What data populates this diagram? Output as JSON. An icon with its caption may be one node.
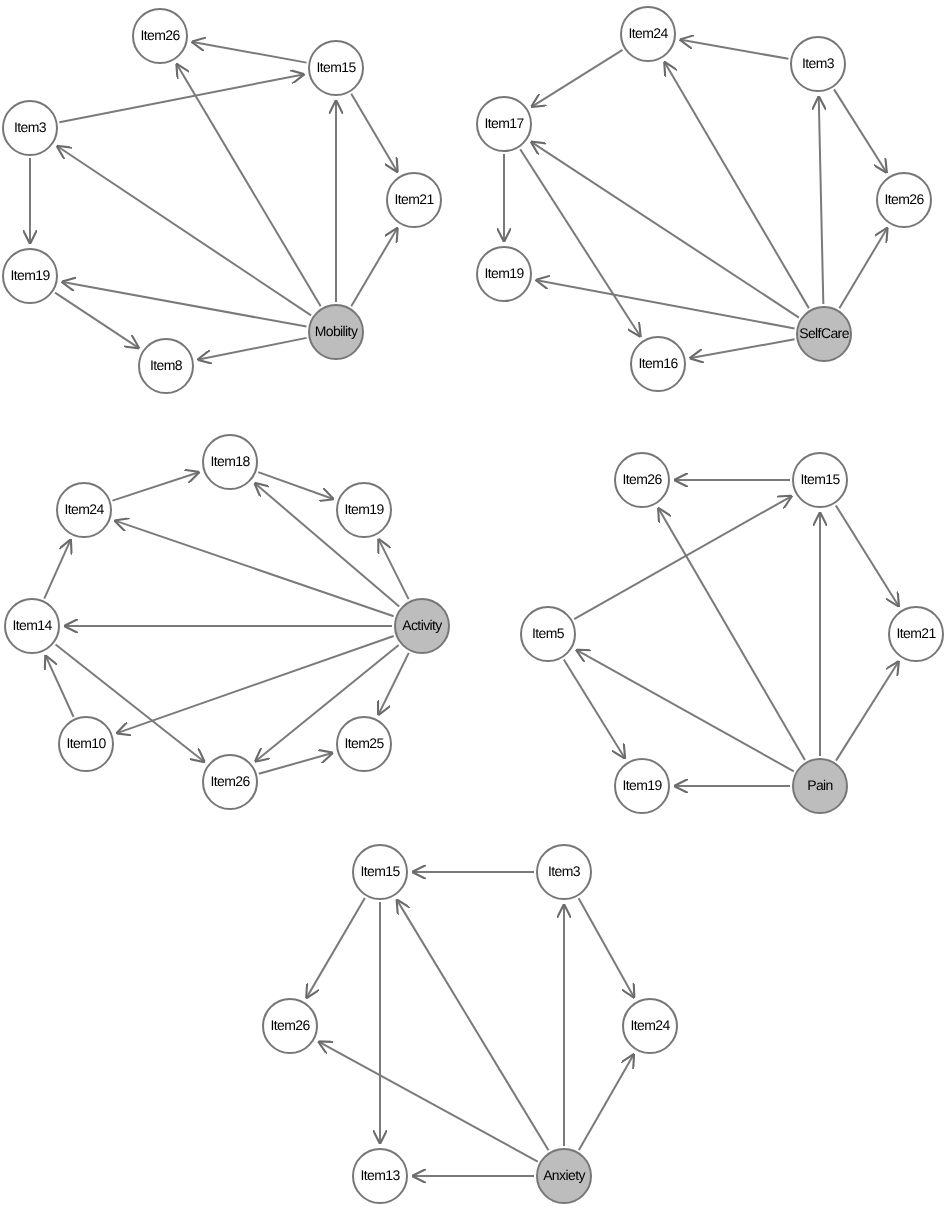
{
  "diagram": {
    "nodes": [
      {
        "text": [
          "Item26"
        ]
      },
      {
        "text": [
          "Item15"
        ]
      },
      {
        "text": [
          "Item3"
        ]
      },
      {
        "text": [
          "Item21"
        ]
      },
      {
        "text": [
          "Item19"
        ]
      },
      {
        "text": [
          "Mobility"
        ]
      },
      {
        "text": [
          "Item8"
        ]
      },
      {
        "text": [
          "Item24"
        ]
      },
      {
        "text": [
          "Item3"
        ]
      },
      {
        "text": [
          "Item17"
        ]
      },
      {
        "text": [
          "Item26"
        ]
      },
      {
        "text": [
          "Item19"
        ]
      },
      {
        "text": [
          "SelfCare"
        ]
      },
      {
        "text": [
          "Item16"
        ]
      },
      {
        "text": [
          "Item18"
        ]
      },
      {
        "text": [
          "Item24"
        ]
      },
      {
        "text": [
          "Item19"
        ]
      },
      {
        "text": [
          "Item14"
        ]
      },
      {
        "text": [
          "Activity"
        ]
      },
      {
        "text": [
          "Item10"
        ]
      },
      {
        "text": [
          "Item25"
        ]
      },
      {
        "text": [
          "Item26"
        ]
      },
      {
        "text": [
          "Item26"
        ]
      },
      {
        "text": [
          "Item15"
        ]
      },
      {
        "text": [
          "Item5"
        ]
      },
      {
        "text": [
          "Item21"
        ]
      },
      {
        "text": [
          "Item19"
        ]
      },
      {
        "text": [
          "Pain"
        ]
      },
      {
        "text": [
          "Item15"
        ]
      },
      {
        "text": [
          "Item3"
        ]
      },
      {
        "text": [
          "Item26"
        ]
      },
      {
        "text": [
          "Item24"
        ]
      },
      {
        "text": [
          "Item13"
        ]
      },
      {
        "text": [
          "Anxiety"
        ]
      }
    ],
    "edges": [
      {
        "from": 1,
        "to": 0,
        "arrow": "to"
      },
      {
        "from": 2,
        "to": 1,
        "arrow": "to"
      },
      {
        "from": 5,
        "to": 0,
        "arrow": "to"
      },
      {
        "from": 5,
        "to": 1,
        "arrow": "to"
      },
      {
        "from": 1,
        "to": 3,
        "arrow": "to"
      },
      {
        "from": 5,
        "to": 3,
        "arrow": "to"
      },
      {
        "from": 5,
        "to": 2,
        "arrow": "to"
      },
      {
        "from": 2,
        "to": 4,
        "arrow": "to"
      },
      {
        "from": 5,
        "to": 4,
        "arrow": "to"
      },
      {
        "from": 4,
        "to": 6,
        "arrow": "to"
      },
      {
        "from": 5,
        "to": 6,
        "arrow": "to"
      },
      {
        "from": 8,
        "to": 7,
        "arrow": "to"
      },
      {
        "from": 7,
        "to": 9,
        "arrow": "to"
      },
      {
        "from": 12,
        "to": 7,
        "arrow": "to"
      },
      {
        "from": 12,
        "to": 8,
        "arrow": "to"
      },
      {
        "from": 8,
        "to": 10,
        "arrow": "to"
      },
      {
        "from": 12,
        "to": 10,
        "arrow": "to"
      },
      {
        "from": 12,
        "to": 9,
        "arrow": "to"
      },
      {
        "from": 9,
        "to": 11,
        "arrow": "to"
      },
      {
        "from": 9,
        "to": 13,
        "arrow": "to"
      },
      {
        "from": 12,
        "to": 11,
        "arrow": "to"
      },
      {
        "from": 12,
        "to": 13,
        "arrow": "to"
      },
      {
        "from": 15,
        "to": 14,
        "arrow": "to"
      },
      {
        "from": 14,
        "to": 16,
        "arrow": "to"
      },
      {
        "from": 18,
        "to": 14,
        "arrow": "to"
      },
      {
        "from": 18,
        "to": 15,
        "arrow": "to"
      },
      {
        "from": 18,
        "to": 16,
        "arrow": "to"
      },
      {
        "from": 18,
        "to": 17,
        "arrow": "to"
      },
      {
        "from": 17,
        "to": 15,
        "arrow": "to"
      },
      {
        "from": 19,
        "to": 17,
        "arrow": "to"
      },
      {
        "from": 17,
        "to": 21,
        "arrow": "to"
      },
      {
        "from": 18,
        "to": 19,
        "arrow": "to"
      },
      {
        "from": 18,
        "to": 21,
        "arrow": "to"
      },
      {
        "from": 18,
        "to": 20,
        "arrow": "to"
      },
      {
        "from": 21,
        "to": 20,
        "arrow": "to"
      },
      {
        "from": 23,
        "to": 22,
        "arrow": "to"
      },
      {
        "from": 24,
        "to": 23,
        "arrow": "to"
      },
      {
        "from": 27,
        "to": 22,
        "arrow": "to"
      },
      {
        "from": 27,
        "to": 23,
        "arrow": "to"
      },
      {
        "from": 23,
        "to": 25,
        "arrow": "to"
      },
      {
        "from": 27,
        "to": 25,
        "arrow": "to"
      },
      {
        "from": 27,
        "to": 24,
        "arrow": "to"
      },
      {
        "from": 24,
        "to": 26,
        "arrow": "to"
      },
      {
        "from": 27,
        "to": 26,
        "arrow": "to"
      },
      {
        "from": 29,
        "to": 28,
        "arrow": "to"
      },
      {
        "from": 28,
        "to": 30,
        "arrow": "to"
      },
      {
        "from": 28,
        "to": 32,
        "arrow": "to"
      },
      {
        "from": 33,
        "to": 28,
        "arrow": "to"
      },
      {
        "from": 33,
        "to": 29,
        "arrow": "to"
      },
      {
        "from": 29,
        "to": 31,
        "arrow": "to"
      },
      {
        "from": 33,
        "to": 31,
        "arrow": "to"
      },
      {
        "from": 33,
        "to": 30,
        "arrow": "to"
      },
      {
        "from": 33,
        "to": 32,
        "arrow": "to"
      }
    ]
  }
}
